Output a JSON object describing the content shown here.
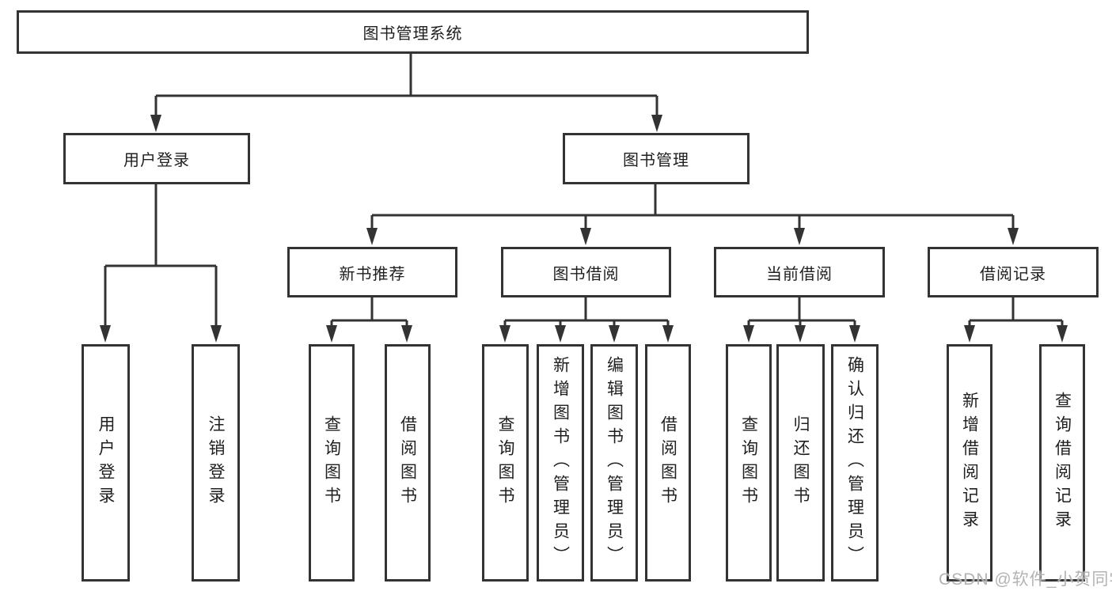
{
  "colors": {
    "line": "#333333",
    "box_border": "#333333",
    "text": "#1f1f1f",
    "background": "#ffffff",
    "watermark": "#afafaf"
  },
  "watermark": {
    "text": "CSDN @软件_小贺同学"
  },
  "tree": {
    "label": "图书管理系统",
    "children": [
      {
        "label": "用户登录",
        "children": [
          {
            "label": "用户登录"
          },
          {
            "label": "注销登录"
          }
        ]
      },
      {
        "label": "图书管理",
        "children": [
          {
            "label": "新书推荐",
            "children": [
              {
                "label": "查询图书"
              },
              {
                "label": "借阅图书"
              }
            ]
          },
          {
            "label": "图书借阅",
            "children": [
              {
                "label": "查询图书"
              },
              {
                "label": "新增图书（管理员）"
              },
              {
                "label": "编辑图书（管理员）"
              },
              {
                "label": "借阅图书"
              }
            ]
          },
          {
            "label": "当前借阅",
            "children": [
              {
                "label": "查询图书"
              },
              {
                "label": "归还图书"
              },
              {
                "label": "确认归还（管理员）"
              }
            ]
          },
          {
            "label": "借阅记录",
            "children": [
              {
                "label": "新增借阅记录"
              },
              {
                "label": "查询借阅记录"
              }
            ]
          }
        ]
      }
    ]
  }
}
